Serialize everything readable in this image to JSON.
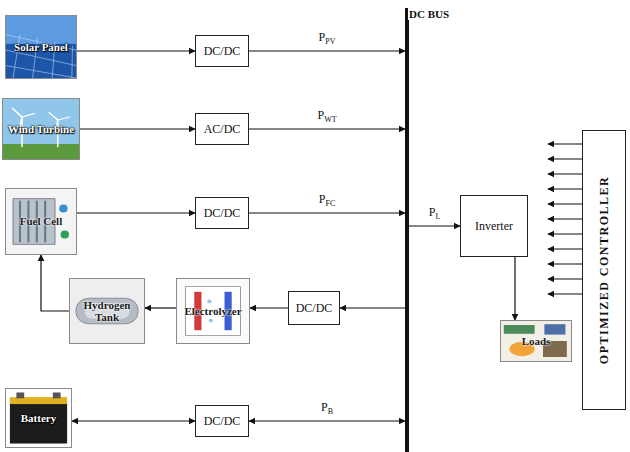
{
  "diagram": {
    "nodes": [
      {
        "text": [
          "Solar Panel"
        ]
      },
      {
        "text": [
          "DC/DC"
        ]
      },
      {
        "text": [
          "DC BUS"
        ]
      },
      {
        "text": [
          "Wind Turbine"
        ]
      },
      {
        "text": [
          "AC/DC"
        ]
      },
      {
        "text": [
          "Fuel Cell"
        ]
      },
      {
        "text": [
          "DC/DC"
        ]
      },
      {
        "text": [
          "Inverter"
        ]
      },
      {
        "text": [
          "Hydrogen Tank"
        ]
      },
      {
        "text": [
          "Electrolyzer"
        ]
      },
      {
        "text": [
          "DC/DC"
        ]
      },
      {
        "text": [
          "Loads"
        ]
      },
      {
        "text": [
          "Battery"
        ]
      },
      {
        "text": [
          "DC/DC"
        ]
      },
      {
        "text": [
          "OPTIMIZED CONTROLLER"
        ]
      }
    ],
    "edges": [
      {
        "from": 0,
        "to": 1,
        "arrow": "to"
      },
      {
        "from": 1,
        "to": 2,
        "label": "PPV",
        "arrow": "to"
      },
      {
        "from": 3,
        "to": 4,
        "arrow": "to"
      },
      {
        "from": 4,
        "to": 2,
        "label": "PWT",
        "arrow": "to"
      },
      {
        "from": 5,
        "to": 6,
        "arrow": "to"
      },
      {
        "from": 6,
        "to": 2,
        "label": "PFC",
        "arrow": "to"
      },
      {
        "from": 2,
        "to": 7,
        "label": "PL",
        "arrow": "to"
      },
      {
        "from": 7,
        "to": 11,
        "arrow": "to"
      },
      {
        "from": 2,
        "to": 10,
        "arrow": "to"
      },
      {
        "from": 10,
        "to": 9,
        "arrow": "to"
      },
      {
        "from": 9,
        "to": 8,
        "arrow": "to"
      },
      {
        "from": 8,
        "to": 5,
        "arrow": "to"
      },
      {
        "from": 12,
        "to": 13,
        "arrow": "both"
      },
      {
        "from": 13,
        "to": 2,
        "label": "PB",
        "arrow": "both"
      }
    ]
  }
}
